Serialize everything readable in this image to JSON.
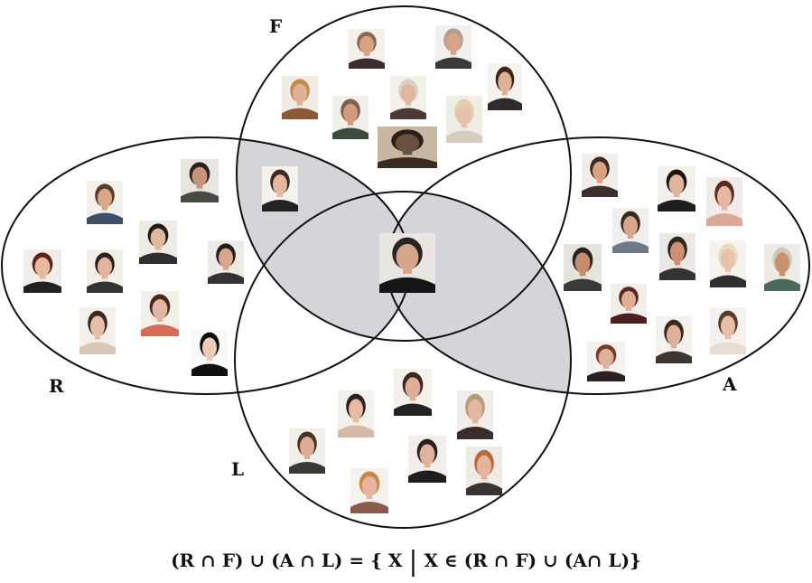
{
  "sets": [
    {
      "id": "F",
      "label": "F"
    },
    {
      "id": "R",
      "label": "R"
    },
    {
      "id": "A",
      "label": "A"
    },
    {
      "id": "L",
      "label": "L"
    }
  ],
  "formula": {
    "lhs": "(R ∩ F) ∪ (A ∩ L) = { X",
    "bar": "|",
    "rhs": "X ∈  (R ∩ F) ∪ (A∩ L)}"
  },
  "colors": {
    "highlight": "#d4d5d8",
    "line": "#111111"
  },
  "photo_count": 38
}
